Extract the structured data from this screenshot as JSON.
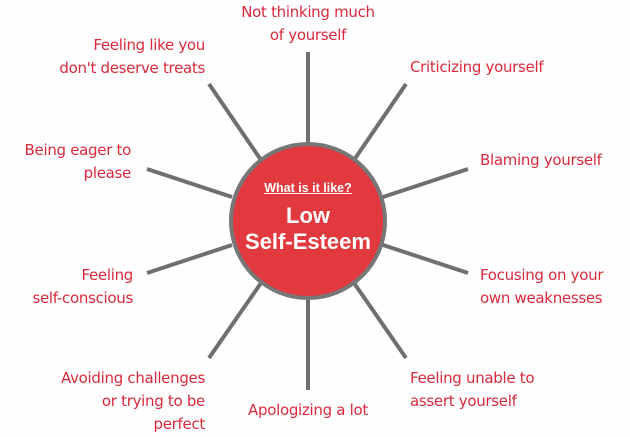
{
  "center": {
    "question": "What is it like?",
    "title_line1": "Low",
    "title_line2": "Self-Esteem"
  },
  "labels": {
    "top": [
      "Not thinking much",
      "of yourself"
    ],
    "upper_right": [
      "Criticizing yourself"
    ],
    "right_upper": [
      "Blaming yourself"
    ],
    "right_lower": [
      "Focusing on your",
      "own weaknesses"
    ],
    "lower_right": [
      "Feeling unable to",
      "assert yourself"
    ],
    "bottom": [
      "Apologizing a lot"
    ],
    "lower_left": [
      "Avoiding challenges",
      "or trying to be",
      "perfect"
    ],
    "left_lower": [
      "Feeling",
      "self-conscious"
    ],
    "left_upper": [
      "Being eager to",
      "please"
    ],
    "upper_left": [
      "Feeling like you",
      "don't deserve treats"
    ]
  },
  "colors": {
    "text": "#d82a3c",
    "circle": "#e2393f",
    "spoke": "#6f6f6f"
  }
}
